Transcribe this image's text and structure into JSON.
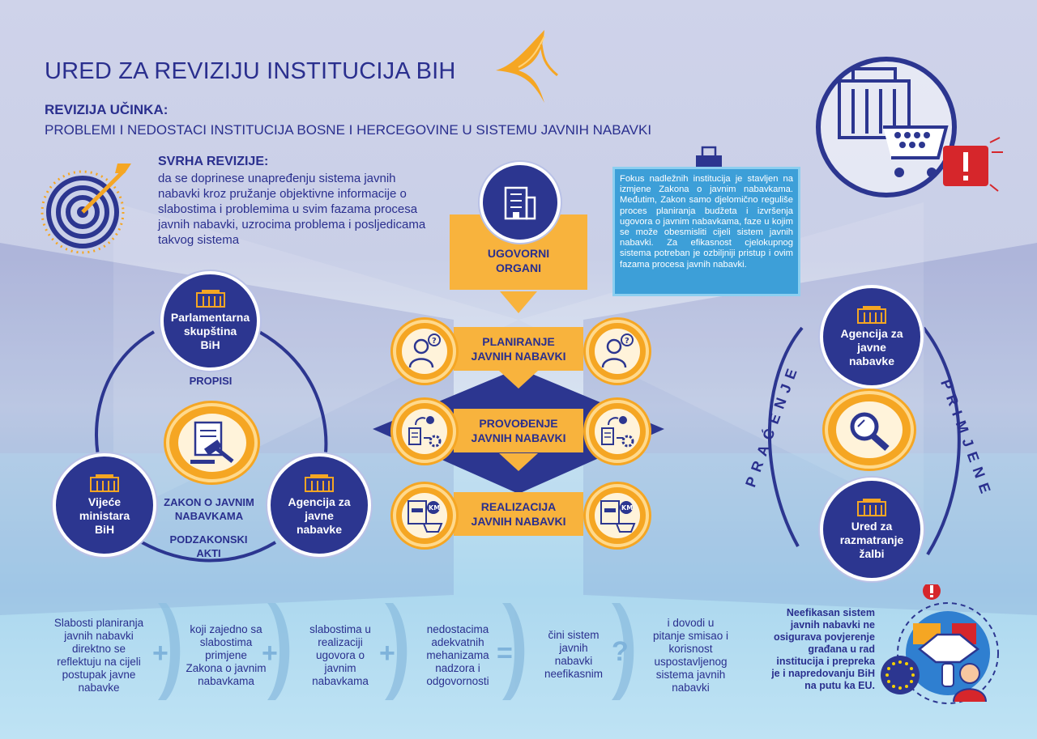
{
  "header": {
    "title": "URED ZA REVIZIJU INSTITUCIJA BIH",
    "subtitle_bold": "REVIZIJA UČINKA:",
    "subtitle": "PROBLEMI I NEDOSTACI INSTITUCIJA BOSNE I HERCEGOVINE U SISTEMU JAVNIH NABAVKI"
  },
  "purpose": {
    "heading": "SVRHA REVIZIJE:",
    "text": "da se doprinese unapređenju sistema javnih nabavki kroz pružanje objektivne informacije o slabostima i problemima u svim fazama procesa javnih nabavki, uzrocima problema i posljedicama takvog sistema"
  },
  "left_cycle": {
    "parliament": [
      "Parlamentarna",
      "skupština",
      "BiH"
    ],
    "council": [
      "Vijeće",
      "ministara",
      "BiH"
    ],
    "agency": [
      "Agencija za",
      "javne",
      "nabavke"
    ],
    "label_propisi": "PROPISI",
    "label_zakon": [
      "ZAKON O JAVNIM",
      "NABAVKAMA"
    ],
    "label_podzakonski": [
      "PODZAKONSKI",
      "AKTI"
    ]
  },
  "center": {
    "ugovorni": [
      "UGOVORNI",
      "ORGANI"
    ],
    "steps": [
      [
        "PLANIRANJE",
        "JAVNIH NABAVKI"
      ],
      [
        "PROVOĐENJE",
        "JAVNIH NABAVKI"
      ],
      [
        "REALIZACIJA",
        "JAVNIH NABAVKI"
      ]
    ],
    "km_label": "KM"
  },
  "note": "Fokus nadležnih institucija je stavljen na izmjene Zakona o javnim nabavkama. Međutim, Zakon samo djelomično reguliše proces planiranja budžeta i izvršenja ugovora o javnim nabavkama, faze u kojim se može obesmisliti cijeli sistem javnih nabavki. Za efikasnost cjelokupnog sistema potreban je ozbiljniji pristup i ovim fazama procesa javnih nabavki.",
  "right_cycle": {
    "agency": [
      "Agencija za",
      "javne",
      "nabavke"
    ],
    "office": [
      "Ured za",
      "razmatranje",
      "žalbi"
    ],
    "left_label": "PRAĆENJE",
    "right_label": "PRIMJENE"
  },
  "bottom": {
    "items": [
      [
        "Slabosti planiranja",
        "javnih nabavki",
        "direktno se",
        "reflektuju na cijeli",
        "postupak javne",
        "nabavke"
      ],
      [
        "koji zajedno sa",
        "slabostima",
        "primjene",
        "Zakona o javnim",
        "nabavkama"
      ],
      [
        "slabostima u",
        "realizaciji",
        "ugovora o",
        "javnim",
        "nabavkama"
      ],
      [
        "nedostacima",
        "adekvatnih",
        "mehanizama",
        "nadzora i",
        "odgovornosti"
      ],
      [
        "čini sistem",
        "javnih",
        "nabavki",
        "neefikasnim"
      ],
      [
        "i dovodi u",
        "pitanje smisao i",
        "korisnost",
        "uspostavljenog",
        "sistema javnih",
        "nabavki"
      ]
    ],
    "operators": [
      "+",
      "+",
      "+",
      "=",
      "?"
    ],
    "message": [
      "Neefikasan sistem",
      "javnih nabavki ne",
      "osigurava povjerenje",
      "građana u rad",
      "institucija i prepreka",
      "je i napredovanju BiH",
      "na putu ka EU."
    ]
  },
  "colors": {
    "navy": "#2c3690",
    "orange": "#f5a623",
    "light_orange": "#f8b33d",
    "blue_note": "#3d9fd8",
    "alert_red": "#d6262b"
  },
  "icons": [
    "logo-wings-icon",
    "target-arrow-icon",
    "building-icon",
    "person-question-icon",
    "document-gear-icon",
    "invoice-basket-icon",
    "gavel-document-icon",
    "magnifier-icon",
    "building-cart-icon",
    "alert-icon",
    "handshake-icon",
    "eu-flag-icon",
    "paperclip-icon"
  ]
}
